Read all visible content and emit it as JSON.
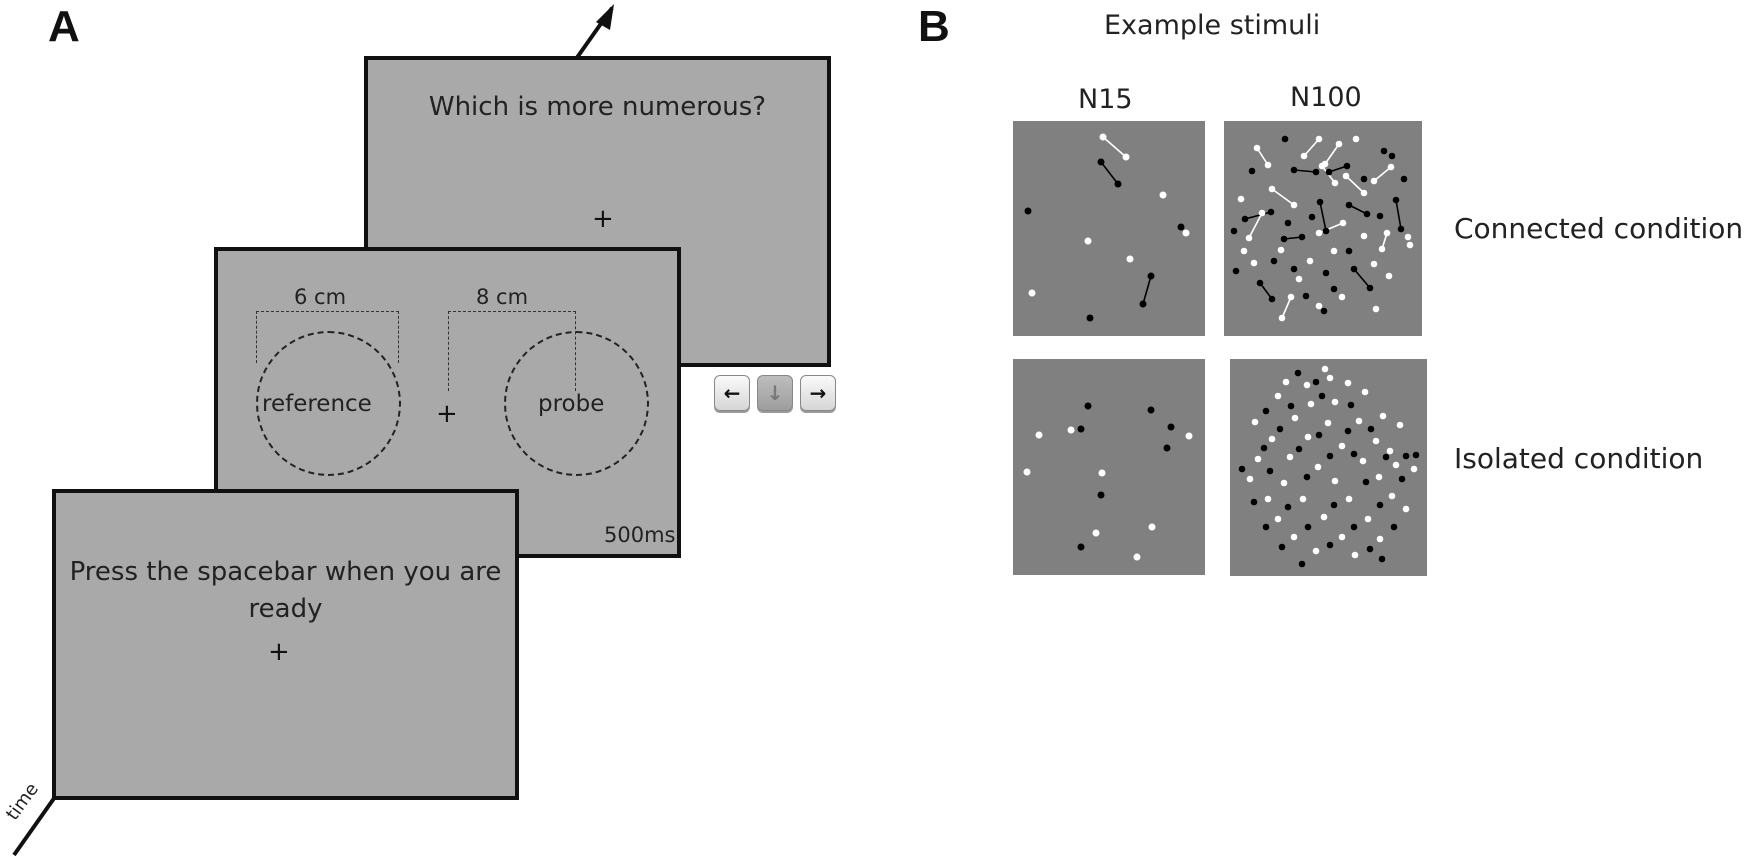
{
  "panel_a": {
    "letter": "A",
    "screen_top": {
      "text": "Which is more numerous?",
      "fixation": "+"
    },
    "screen_middle": {
      "ref_width": "6 cm",
      "probe_width": "8 cm",
      "ref_label": "reference",
      "probe_label": "probe",
      "fixation": "+",
      "duration": "500ms"
    },
    "screen_bottom": {
      "text_line1": "Press the spacebar when you are",
      "text_line2": "ready",
      "fixation": "+"
    },
    "time_label": "time",
    "keys": {
      "left": "←",
      "down": "↓",
      "right": "→"
    }
  },
  "panel_b": {
    "letter": "B",
    "title": "Example stimuli",
    "col1": "N15",
    "col2": "N100",
    "row1": "Connected condition",
    "row2": "Isolated condition"
  }
}
